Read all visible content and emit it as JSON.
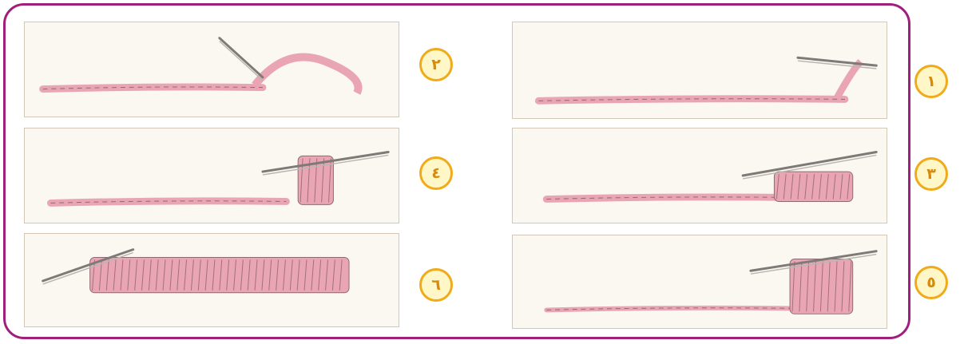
{
  "colors": {
    "frame": "#a01f7c",
    "badge_ring": "#f0ab1a",
    "badge_fill": "#fff7c8",
    "badge_text": "#d88a0a",
    "yarn": "#e9a5b3",
    "panel_bg": "#fbf7f1"
  },
  "steps": [
    {
      "label": "١",
      "description_icon": "crochet-hook-step"
    },
    {
      "label": "٢",
      "description_icon": "crochet-hook-step"
    },
    {
      "label": "٣",
      "description_icon": "crochet-hook-step"
    },
    {
      "label": "٤",
      "description_icon": "crochet-hook-step"
    },
    {
      "label": "٥",
      "description_icon": "crochet-hook-step"
    },
    {
      "label": "٦",
      "description_icon": "crochet-hook-step"
    }
  ]
}
